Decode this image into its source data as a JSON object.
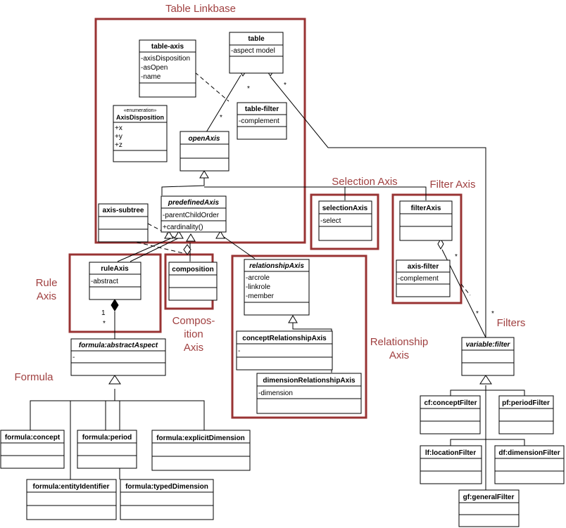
{
  "groups": {
    "table_linkbase": "Table Linkbase",
    "selection_axis": "Selection Axis",
    "filter_axis": "Filter Axis",
    "rule_axis": [
      "Rule",
      "Axis"
    ],
    "composition_axis": [
      "Compos-",
      "ition",
      "Axis"
    ],
    "relationship_axis": [
      "Relationship",
      "Axis"
    ],
    "formula": "Formula",
    "filters": "Filters"
  },
  "classes": {
    "table": {
      "name": "table",
      "attrs": [
        "-aspect model"
      ]
    },
    "table_axis": {
      "name": "table-axis",
      "attrs": [
        "-axisDisposition",
        "-asOpen",
        "-name"
      ]
    },
    "axis_disposition": {
      "stereotype": "«enumeration»",
      "name": "AxisDisposition",
      "attrs": [
        "+x",
        "+y",
        "+z"
      ]
    },
    "table_filter": {
      "name": "table-filter",
      "attrs": [
        "-complement"
      ]
    },
    "open_axis": {
      "name": "openAxis"
    },
    "predefined_axis": {
      "name": "predefinedAxis",
      "attrs": [
        "-parentChildOrder"
      ],
      "ops": [
        "+cardinality()"
      ]
    },
    "axis_subtree": {
      "name": "axis-subtree"
    },
    "selection_axis": {
      "name": "selectionAxis",
      "attrs": [
        "-select"
      ]
    },
    "filter_axis": {
      "name": "filterAxis"
    },
    "axis_filter": {
      "name": "axis-filter",
      "attrs": [
        "-complement"
      ]
    },
    "rule_axis": {
      "name": "ruleAxis",
      "attrs": [
        "-abstract"
      ]
    },
    "composition": {
      "name": "composition"
    },
    "relationship_axis": {
      "name": "relationshipAxis",
      "attrs": [
        "-arcrole",
        "-linkrole",
        "-member"
      ]
    },
    "concept_relationship_axis": {
      "name": "conceptRelationshipAxis",
      "attrs": [
        "-"
      ]
    },
    "dimension_relationship_axis": {
      "name": "dimensionRelationshipAxis",
      "attrs": [
        "-dimension"
      ]
    },
    "abstract_aspect": {
      "name": "formula:abstractAspect",
      "attrs": [
        "-"
      ]
    },
    "f_concept": {
      "name": "formula:concept"
    },
    "f_period": {
      "name": "formula:period"
    },
    "f_explicit_dimension": {
      "name": "formula:explicitDimension"
    },
    "f_entity_identifier": {
      "name": "formula:entityIdentifier"
    },
    "f_typed_dimension": {
      "name": "formula:typedDimension"
    },
    "variable_filter": {
      "name": "variable:filter"
    },
    "cf_concept_filter": {
      "name": "cf:conceptFilter"
    },
    "pf_period_filter": {
      "name": "pf:periodFilter"
    },
    "lf_location_filter": {
      "name": "lf:locationFilter"
    },
    "df_dimension_filter": {
      "name": "df:dimensionFilter"
    },
    "gf_general_filter": {
      "name": "gf:generalFilter"
    }
  },
  "multiplicities": {
    "table_open_axis_top": "*",
    "table_open_axis_bottom": "*",
    "table_filter_link": "*",
    "filter_axis_link": "*",
    "filters_left": "*",
    "filters_right": "*",
    "rule_one": "1",
    "rule_many": "*"
  }
}
